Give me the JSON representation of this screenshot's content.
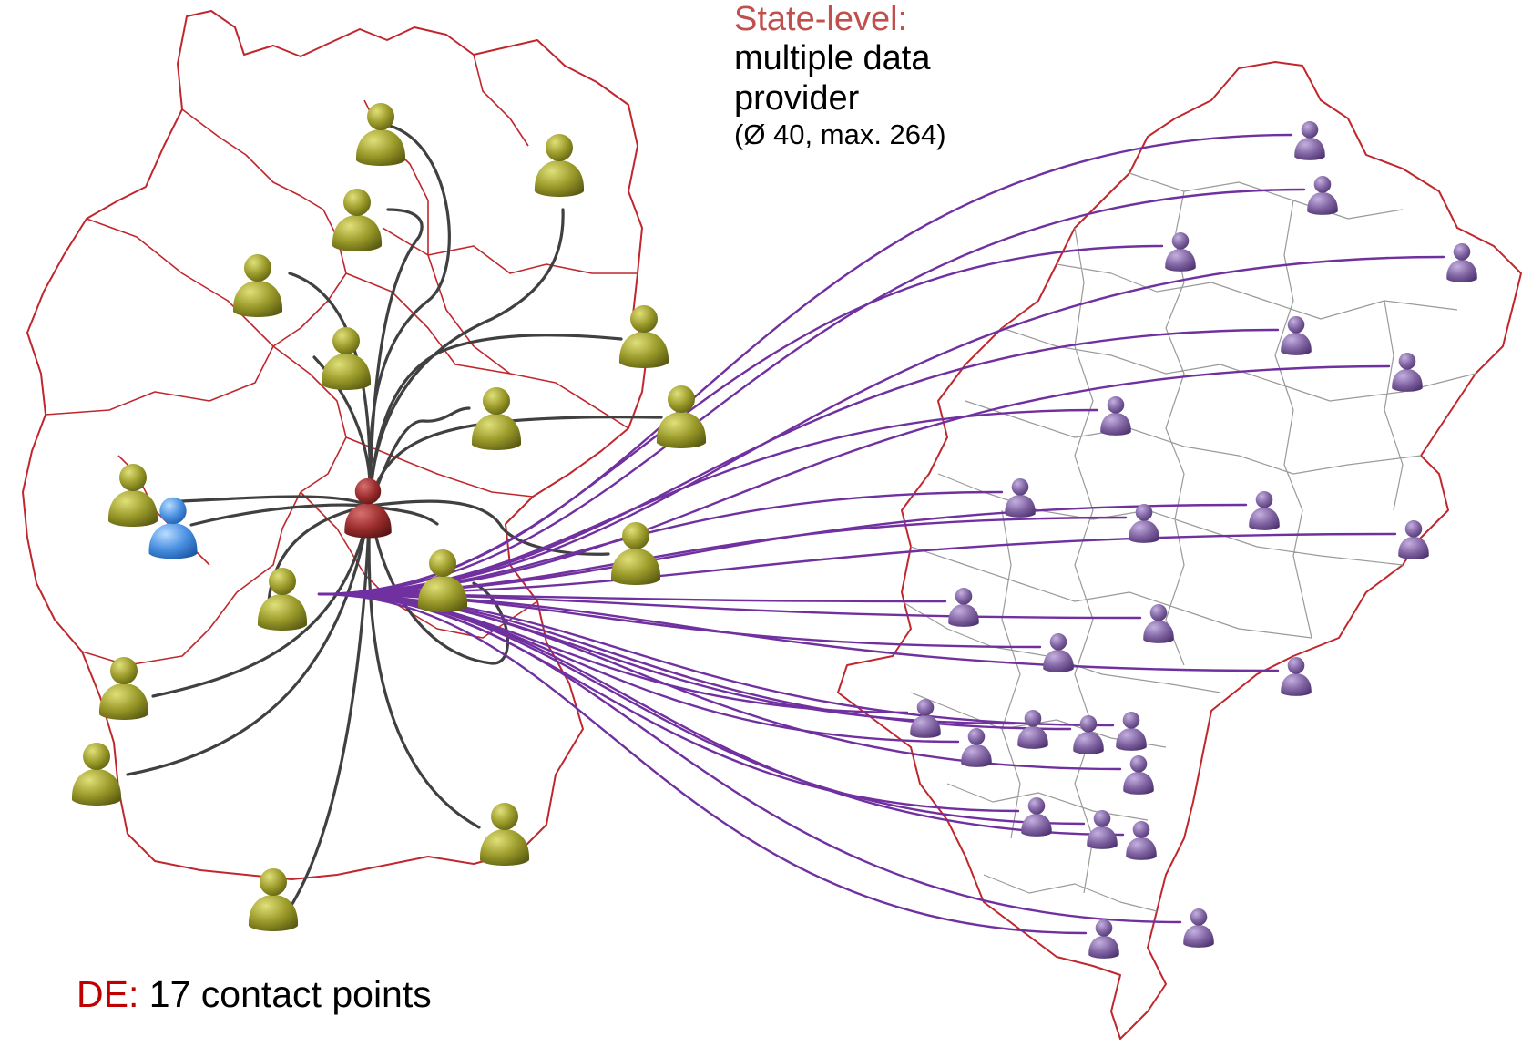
{
  "state_label": {
    "heading": "State-level:",
    "line1": "multiple data",
    "line2": "provider",
    "line3": "(Ø 40, max. 264)"
  },
  "de_label": {
    "prefix": "DE:",
    "text": "17 contact points"
  },
  "colors": {
    "map_border": "#c0272d",
    "district_border": "#9a9a9a",
    "national_link": "#404040",
    "state_link": "#7030a0",
    "national_person": "#9a9a2a",
    "central_person": "#9b2d2d",
    "highlight_person": "#4a90e2",
    "state_person": "#8064a2"
  },
  "icons": {
    "national": "person-olive-icon",
    "central": "person-dark-red-icon",
    "highlight": "person-blue-icon",
    "state": "person-purple-icon"
  }
}
